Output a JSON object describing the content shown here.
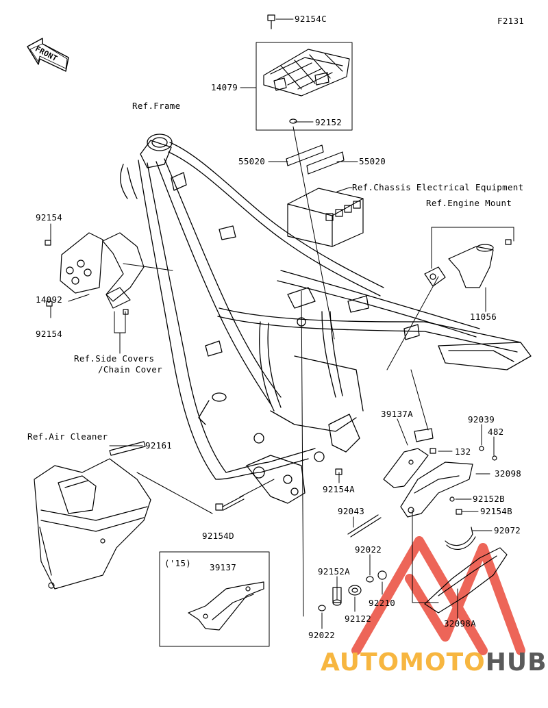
{
  "diagram_code": "F2131",
  "front_marker": "FRONT",
  "labels": {
    "p92154C": "92154C",
    "p14079": "14079",
    "p92152": "92152",
    "p55020_left": "55020",
    "p55020_right": "55020",
    "ref_frame": "Ref.Frame",
    "ref_chassis": "Ref.Chassis Electrical Equipment",
    "ref_engine_mount": "Ref.Engine Mount",
    "p92154_top": "92154",
    "p14092": "14092",
    "p92154_bottom": "92154",
    "ref_side_covers_1": "Ref.Side Covers",
    "ref_side_covers_2": "/Chain Cover",
    "p11056": "11056",
    "p39137A": "39137A",
    "p92039": "92039",
    "p482": "482",
    "p132": "132",
    "p32098": "32098",
    "p92154A": "92154A",
    "p92152B": "92152B",
    "p92154B": "92154B",
    "p92043": "92043",
    "p92072": "92072",
    "ref_air_cleaner": "Ref.Air Cleaner",
    "p92161": "92161",
    "p92154D": "92154D",
    "year_15": "('15)",
    "p39137": "39137",
    "p92022_top": "92022",
    "p92152A": "92152A",
    "p92210": "92210",
    "p92122": "92122",
    "p92022_bottom": "92022",
    "p32098A": "32098A"
  },
  "watermark": {
    "part1": "AUTOMOTO",
    "part2": "HUB"
  },
  "colors": {
    "watermark_primary": "#f7b640",
    "watermark_secondary": "#5a5a5a",
    "logo_triangle": "#e83a2a"
  }
}
